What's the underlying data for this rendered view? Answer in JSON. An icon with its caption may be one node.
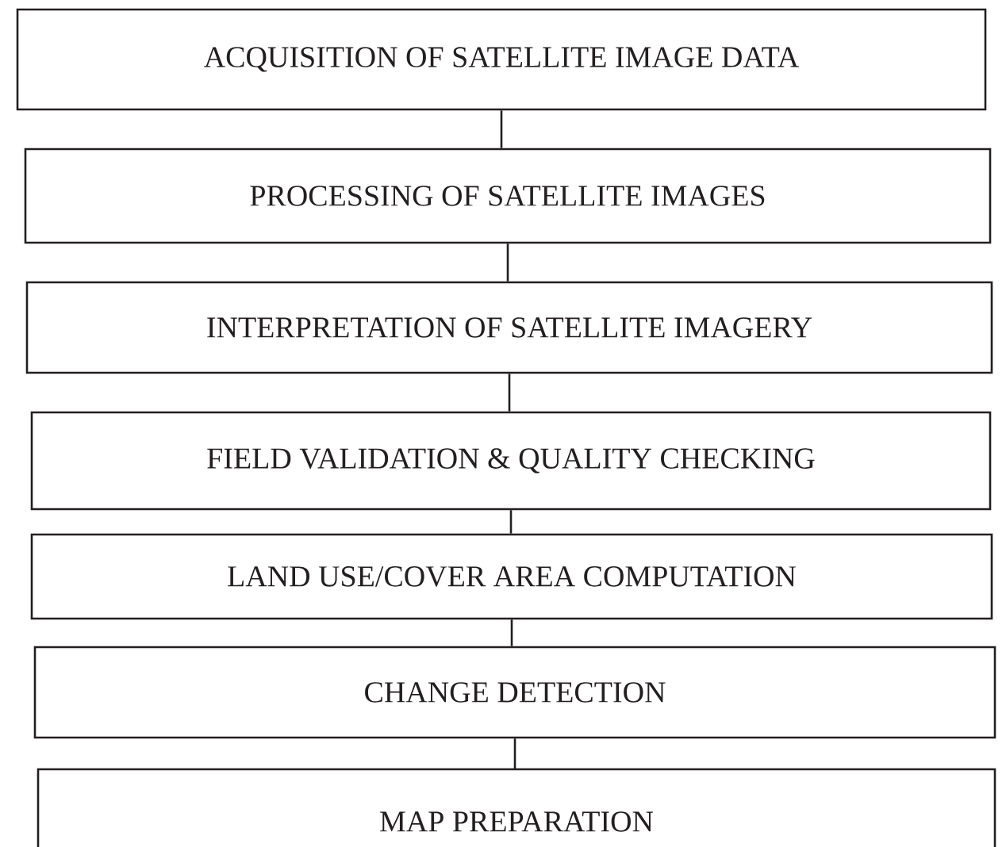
{
  "diagram": {
    "nodes": [
      {
        "text": [
          "ACQUISITION OF SATELLITE IMAGE DATA"
        ]
      },
      {
        "text": [
          "PROCESSING OF SATELLITE IMAGES"
        ]
      },
      {
        "text": [
          "INTERPRETATION OF SATELLITE IMAGERY"
        ]
      },
      {
        "text": [
          "FIELD VALIDATION & QUALITY CHECKING"
        ]
      },
      {
        "text": [
          "LAND USE/COVER AREA COMPUTATION"
        ]
      },
      {
        "text": [
          "CHANGE DETECTION"
        ]
      },
      {
        "text": [
          "MAP PREPARATION"
        ]
      }
    ],
    "edges": [
      {
        "from": 0,
        "to": 1,
        "arrow": "none"
      },
      {
        "from": 1,
        "to": 2,
        "arrow": "none"
      },
      {
        "from": 2,
        "to": 3,
        "arrow": "none"
      },
      {
        "from": 3,
        "to": 4,
        "arrow": "none"
      },
      {
        "from": 4,
        "to": 5,
        "arrow": "none"
      },
      {
        "from": 5,
        "to": 6,
        "arrow": "none"
      }
    ]
  }
}
